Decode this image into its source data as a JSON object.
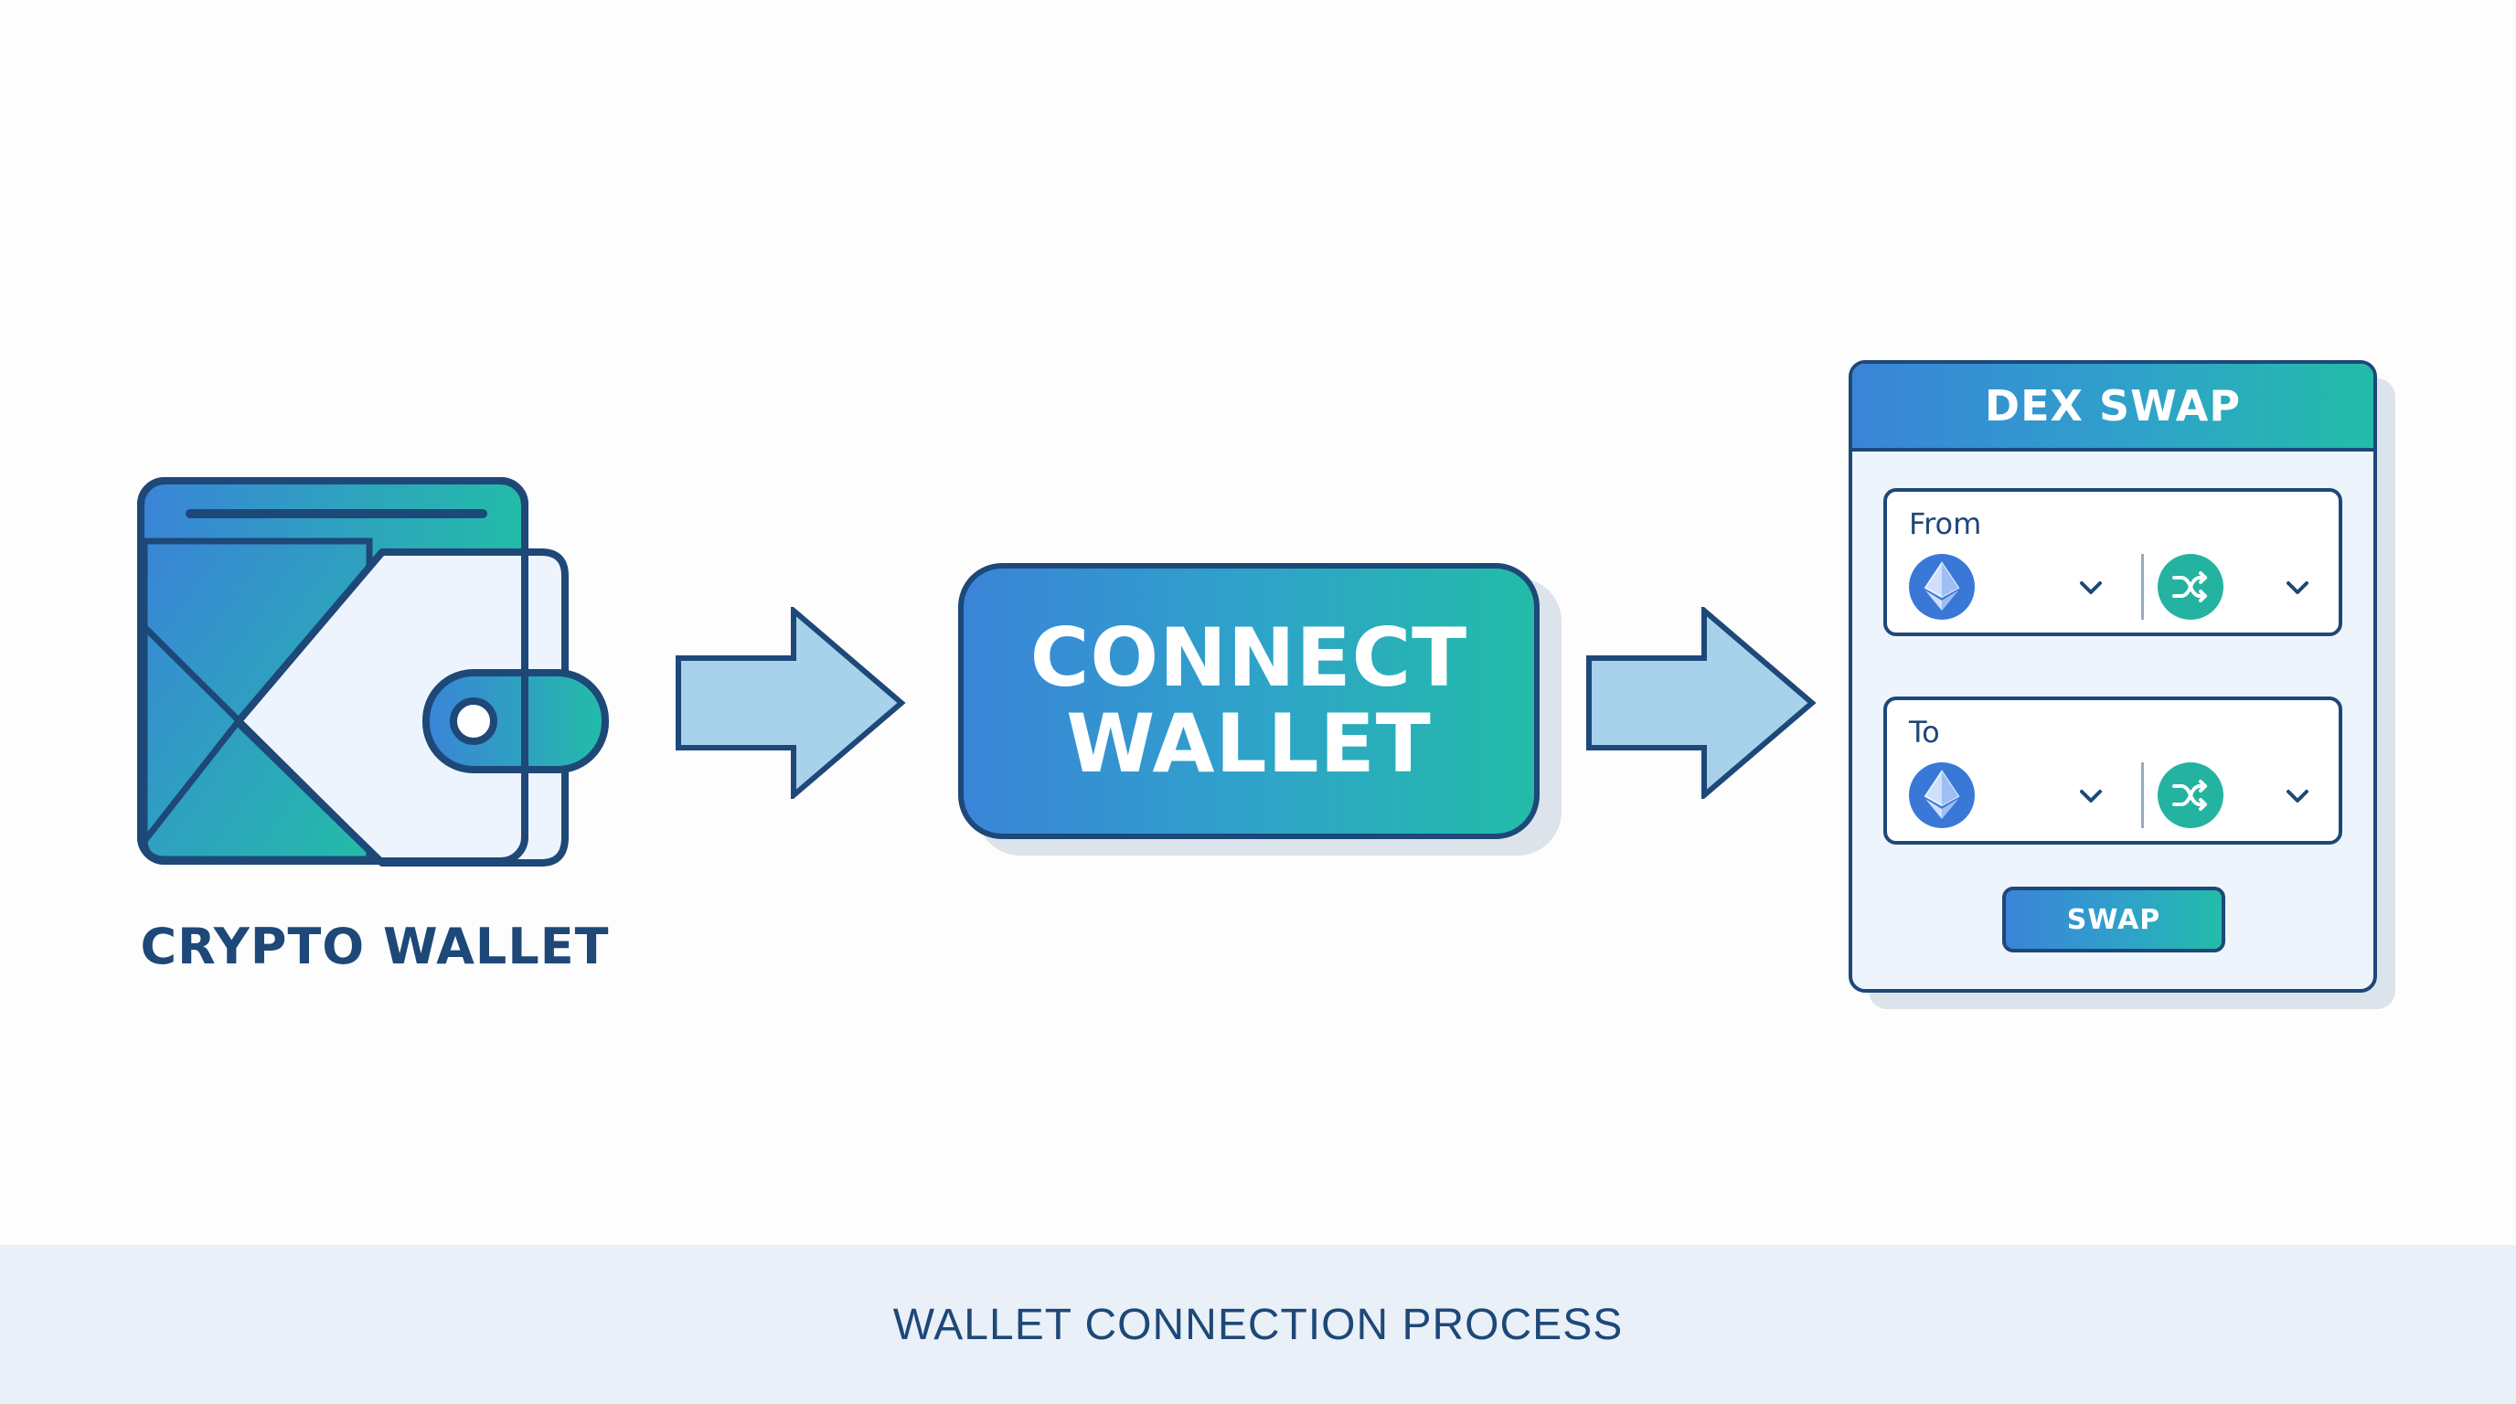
{
  "wallet": {
    "label": "CRYPTO WALLET",
    "icon": "wallet-icon"
  },
  "connect_button": {
    "line1": "CONNECT",
    "line2": "WALLET"
  },
  "dex_panel": {
    "title": "DEX SWAP",
    "from_label": "From",
    "to_label": "To",
    "swap_label": "SWAP",
    "token_icon": "ethereum-icon",
    "secondary_icon": "shuffle-icon"
  },
  "footer": {
    "caption": "WALLET CONNECTION PROCESS"
  },
  "colors": {
    "outline": "#1d4878",
    "gradient_start": "#3a84d8",
    "gradient_end": "#23bca8",
    "arrow_fill": "#a8d2ec",
    "panel_bg": "#eef4fc",
    "footer_bg": "#eaf0f8"
  }
}
